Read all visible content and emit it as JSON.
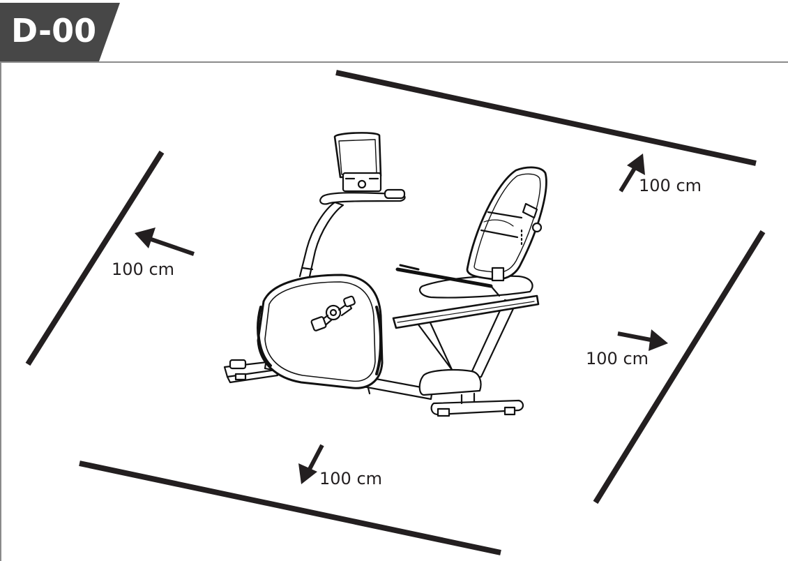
{
  "step": {
    "code": "D-00"
  },
  "clearance": {
    "left": {
      "label": "100 cm",
      "value": 100,
      "unit": "cm"
    },
    "top": {
      "label": "100 cm",
      "value": 100,
      "unit": "cm"
    },
    "right": {
      "label": "100 cm",
      "value": 100,
      "unit": "cm"
    },
    "bottom": {
      "label": "100 cm",
      "value": 100,
      "unit": "cm"
    }
  },
  "equipment": {
    "icon": "recumbent-bike-icon"
  },
  "colors": {
    "tab_fill": "#474747",
    "frame_line": "#8a8a8a",
    "ink": "#231f20"
  }
}
